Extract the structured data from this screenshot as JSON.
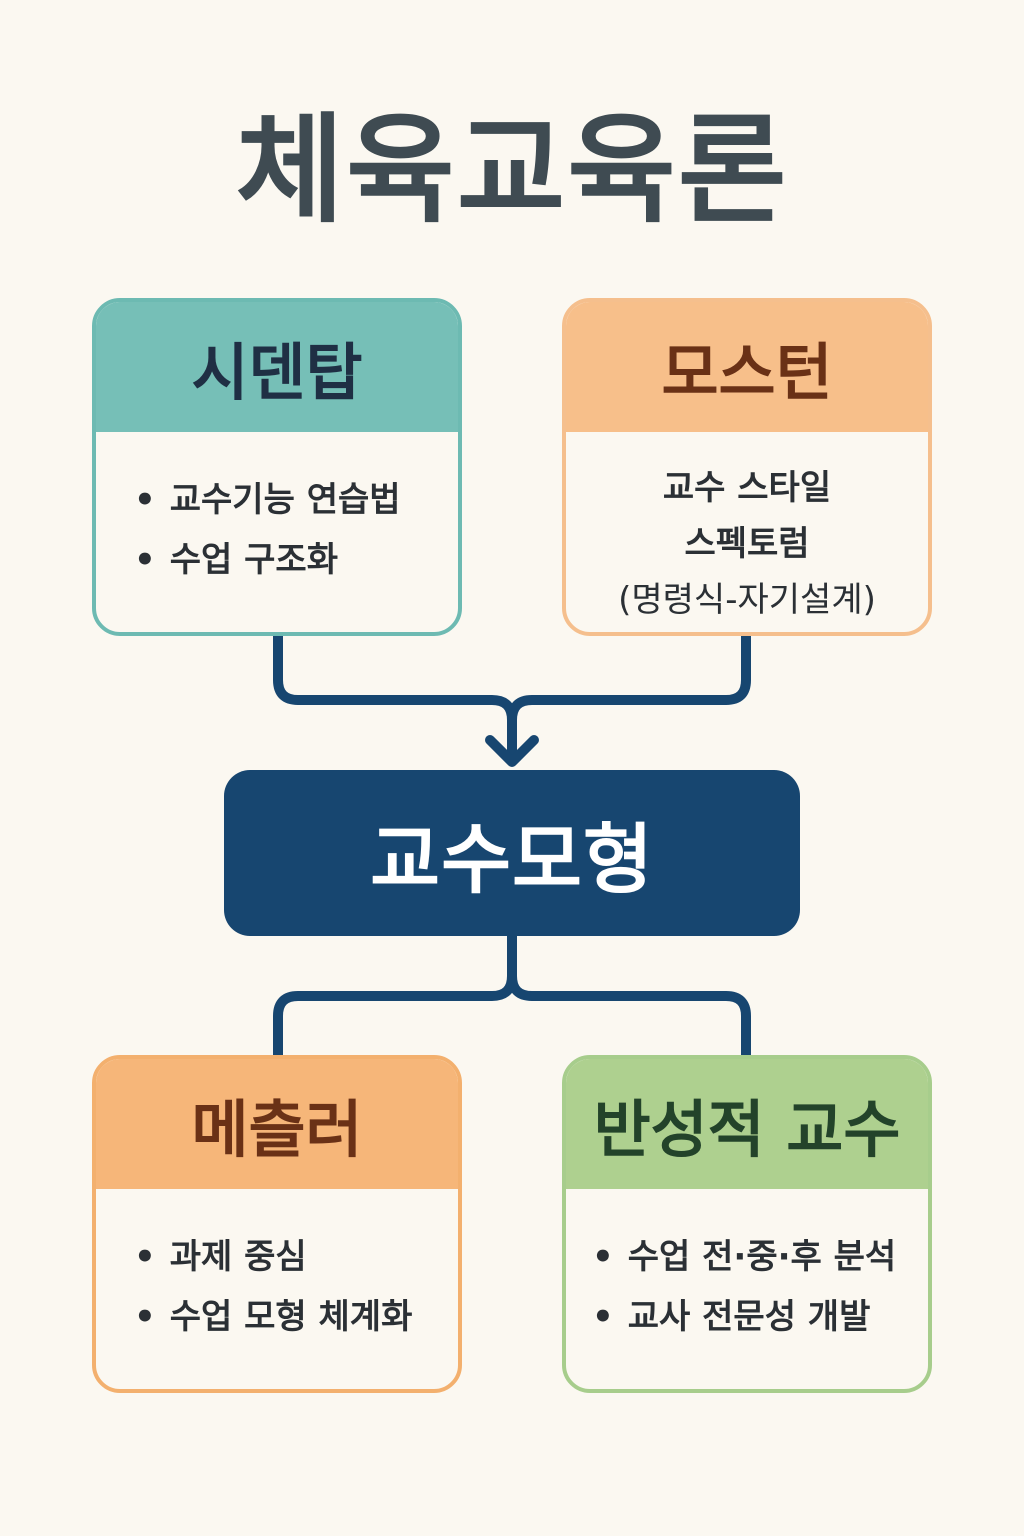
{
  "title": "체육교육론",
  "center": "교수모형",
  "cards": {
    "siedentop": {
      "header": "시덴탑",
      "items": [
        "교수기능 연습법",
        "수업 구조화"
      ]
    },
    "mosston": {
      "header": "모스턴",
      "lines": [
        "교수 스타일",
        "스펙토럼",
        "(명령식-자기설계)"
      ]
    },
    "metzler": {
      "header": "메츨러",
      "items": [
        "과제 중심",
        "수업 모형 체계화"
      ]
    },
    "reflective": {
      "header": "반성적 교수",
      "items": [
        "수업 전·중·후 분석",
        "교사 전문성 개발"
      ]
    }
  },
  "colors": {
    "connector": "#174670",
    "center": "#174670",
    "teal": "#76bfb7",
    "orange": "#f7bf8a",
    "green": "#aed08f"
  }
}
